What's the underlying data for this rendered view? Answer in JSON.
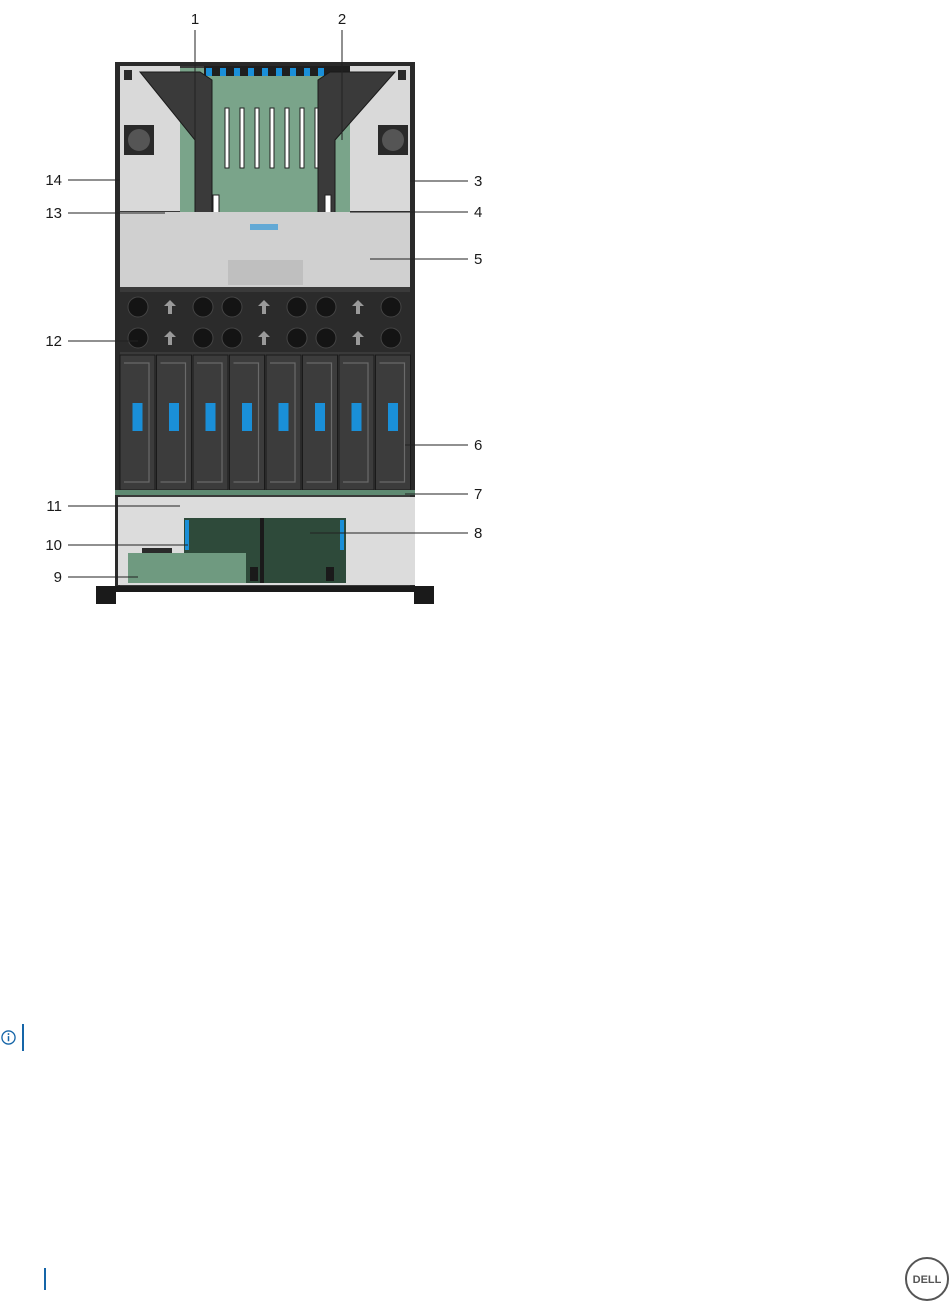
{
  "figure": {
    "callouts": [
      {
        "id": "c1",
        "label": "1"
      },
      {
        "id": "c2",
        "label": "2"
      },
      {
        "id": "c3",
        "label": "3"
      },
      {
        "id": "c4",
        "label": "4"
      },
      {
        "id": "c5",
        "label": "5"
      },
      {
        "id": "c6",
        "label": "6"
      },
      {
        "id": "c7",
        "label": "7"
      },
      {
        "id": "c8",
        "label": "8"
      },
      {
        "id": "c9",
        "label": "9"
      },
      {
        "id": "c10",
        "label": "10"
      },
      {
        "id": "c11",
        "label": "11"
      },
      {
        "id": "c12",
        "label": "12"
      },
      {
        "id": "c13",
        "label": "13"
      },
      {
        "id": "c14",
        "label": "14"
      }
    ]
  },
  "note": {
    "icon": "info-icon",
    "accent": "#1565a8"
  },
  "footer": {
    "logo": "dell-logo",
    "logo_text": "DELL"
  },
  "colors": {
    "chassis": "#222222",
    "panel": "#d4d4d4",
    "board": "#5f8a72",
    "accent": "#1a8fd8",
    "fan": "#2a2a2a"
  }
}
